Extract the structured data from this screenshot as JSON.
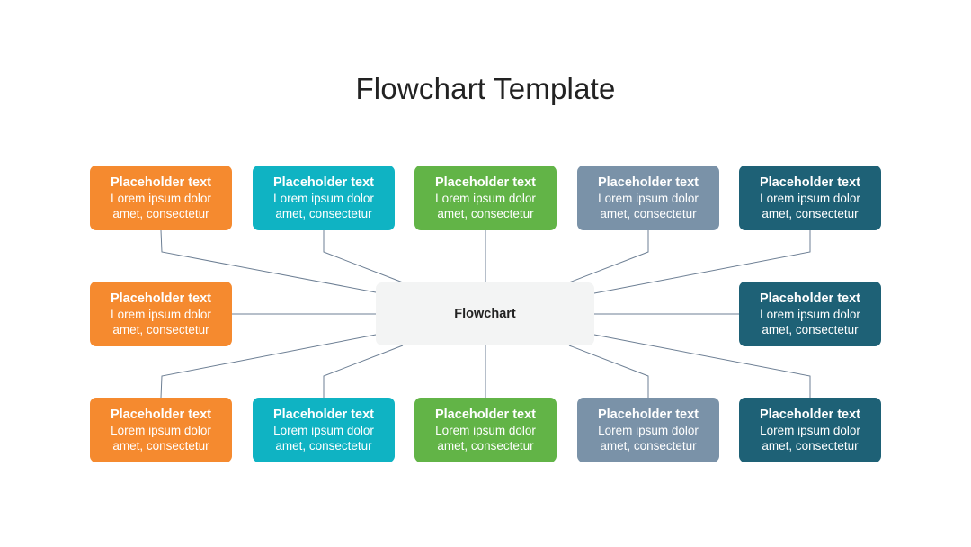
{
  "title": "Flowchart Template",
  "center": {
    "label": "Flowchart",
    "color": "#f3f4f4"
  },
  "line_color": "#6d7f94",
  "colors": {
    "orange": "#f58a2f",
    "teal": "#0fb3c3",
    "green": "#62b447",
    "slate": "#7a92a8",
    "dark_teal": "#1e6176"
  },
  "nodes": [
    {
      "id": "top-1",
      "color_key": "orange",
      "head": "Placeholder text",
      "line1": "Lorem ipsum dolor",
      "line2": "amet, consectetur"
    },
    {
      "id": "top-2",
      "color_key": "teal",
      "head": "Placeholder text",
      "line1": "Lorem ipsum dolor",
      "line2": "amet, consectetur"
    },
    {
      "id": "top-3",
      "color_key": "green",
      "head": "Placeholder text",
      "line1": "Lorem ipsum dolor",
      "line2": "amet, consectetur"
    },
    {
      "id": "top-4",
      "color_key": "slate",
      "head": "Placeholder text",
      "line1": "Lorem ipsum dolor",
      "line2": "amet, consectetur"
    },
    {
      "id": "top-5",
      "color_key": "dark_teal",
      "head": "Placeholder text",
      "line1": "Lorem ipsum dolor",
      "line2": "amet, consectetur"
    },
    {
      "id": "mid-left",
      "color_key": "orange",
      "head": "Placeholder text",
      "line1": "Lorem ipsum dolor",
      "line2": "amet, consectetur"
    },
    {
      "id": "mid-right",
      "color_key": "dark_teal",
      "head": "Placeholder text",
      "line1": "Lorem ipsum dolor",
      "line2": "amet, consectetur"
    },
    {
      "id": "bottom-1",
      "color_key": "orange",
      "head": "Placeholder text",
      "line1": "Lorem ipsum dolor",
      "line2": "amet, consectetur"
    },
    {
      "id": "bottom-2",
      "color_key": "teal",
      "head": "Placeholder text",
      "line1": "Lorem ipsum dolor",
      "line2": "amet, consectetur"
    },
    {
      "id": "bottom-3",
      "color_key": "green",
      "head": "Placeholder text",
      "line1": "Lorem ipsum dolor",
      "line2": "amet, consectetur"
    },
    {
      "id": "bottom-4",
      "color_key": "slate",
      "head": "Placeholder text",
      "line1": "Lorem ipsum dolor",
      "line2": "amet, consectetur"
    },
    {
      "id": "bottom-5",
      "color_key": "dark_teal",
      "head": "Placeholder text",
      "line1": "Lorem ipsum dolor",
      "line2": "amet, consectetur"
    }
  ]
}
